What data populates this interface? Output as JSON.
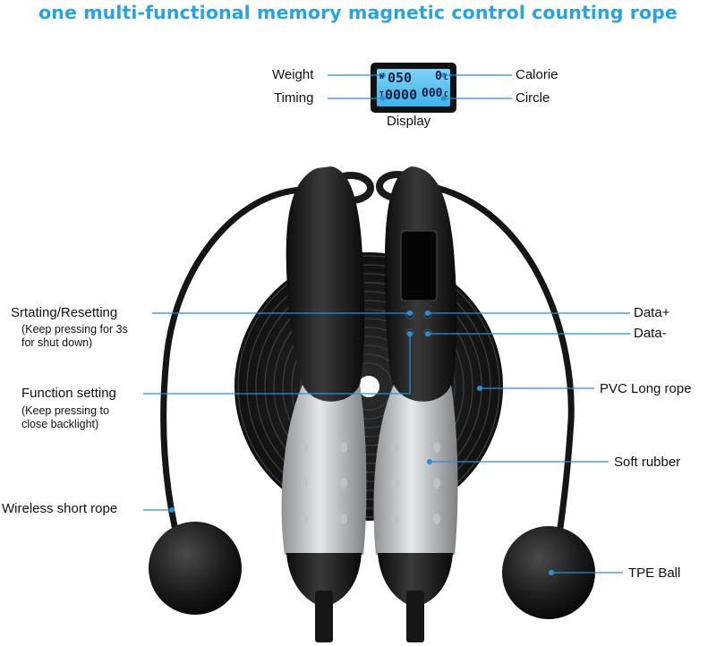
{
  "title": "one multi-functional memory magnetic control counting rope",
  "colors": {
    "title": "#2aa3dd",
    "leader": "#2b8fd6",
    "lcd": "#5bc1ef"
  },
  "display": {
    "w_marker": "W",
    "t_marker": "T",
    "weight_value": "050",
    "calorie_value": "0",
    "calorie_unit": "L",
    "timing_value": "0000",
    "circle_value": "000",
    "circle_unit": "C"
  },
  "labels": {
    "weight": "Weight",
    "calorie": "Calorie",
    "timing": "Timing",
    "circle": "Circle",
    "display": "Display",
    "starting": "Srtating/Resetting",
    "starting_note_1": "(Keep pressing for 3s",
    "starting_note_2": "for shut down)",
    "data_plus": "Data+",
    "data_minus": "Data-",
    "function": "Function setting",
    "function_note_1": "(Keep pressing to",
    "function_note_2": "close backlight)",
    "pvc_rope": "PVC Long rope",
    "soft_rubber": "Soft rubber",
    "wireless_rope": "Wireless short rope",
    "tpe_ball": "TPE Ball"
  }
}
